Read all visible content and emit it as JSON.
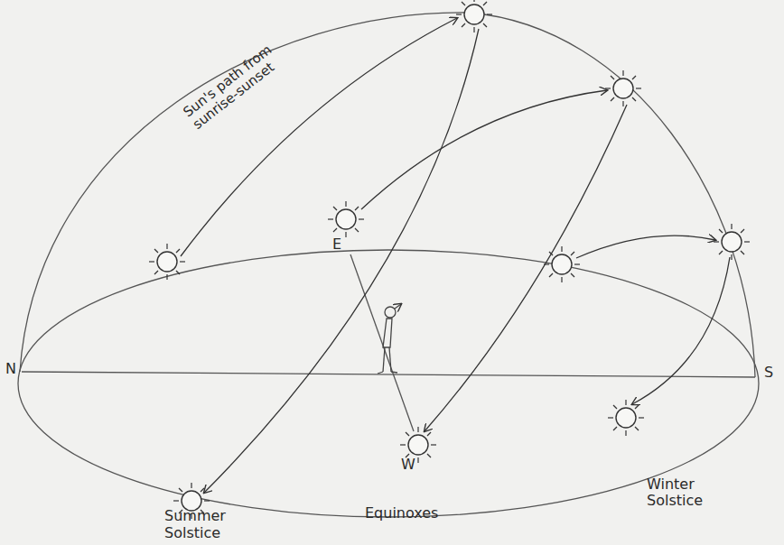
{
  "diagram": {
    "labels": [
      "Sun's path from sunrise-sunset",
      "N",
      "S",
      "E",
      "W",
      "Summer Solstice",
      "Equinoxes",
      "Winter Solstice"
    ]
  }
}
